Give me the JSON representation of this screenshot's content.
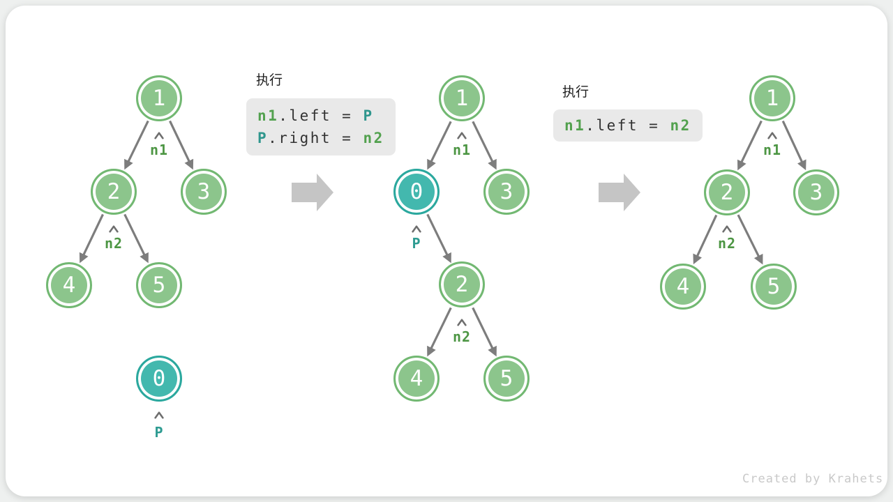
{
  "panels": {
    "tree1": {
      "node1": "1",
      "node2": "2",
      "node3": "3",
      "node4": "4",
      "node5": "5",
      "pointer_n1": "n1",
      "pointer_n2": "n2",
      "floating_node0": "0",
      "pointer_p": "P"
    },
    "code1": {
      "title": "执行",
      "line1": {
        "a": "n1",
        "b": ".left",
        "c": " = ",
        "d": "P"
      },
      "line2": {
        "a": "P",
        "b": ".right",
        "c": " = ",
        "d": "n2"
      }
    },
    "tree2": {
      "node1": "1",
      "node0": "0",
      "node3": "3",
      "node2": "2",
      "node4": "4",
      "node5": "5",
      "pointer_n1": "n1",
      "pointer_p": "P",
      "pointer_n2": "n2"
    },
    "code2": {
      "title": "执行",
      "line1": {
        "a": "n1",
        "b": ".left",
        "c": " = ",
        "d": "n2"
      }
    },
    "tree3": {
      "node1": "1",
      "node2": "2",
      "node3": "3",
      "node4": "4",
      "node5": "5",
      "pointer_n1": "n1",
      "pointer_n2": "n2"
    }
  },
  "footer": {
    "credit": "Created by Krahets"
  },
  "colors": {
    "node_green_fill": "#8cc58c",
    "node_green_border": "#72b872",
    "node_teal_fill": "#43b8ae",
    "node_teal_border": "#2ba89e",
    "edge_gray": "#7d7d7d",
    "block_arrow_gray": "#c5c5c5",
    "code_box_bg": "#e9e9e9",
    "code_text": "#323232",
    "code_green": "#52a14e",
    "code_teal": "#2f968d",
    "pointer_green": "#4d9644",
    "pointer_teal": "#2d9b91",
    "credit_gray": "#c9c9c9"
  }
}
